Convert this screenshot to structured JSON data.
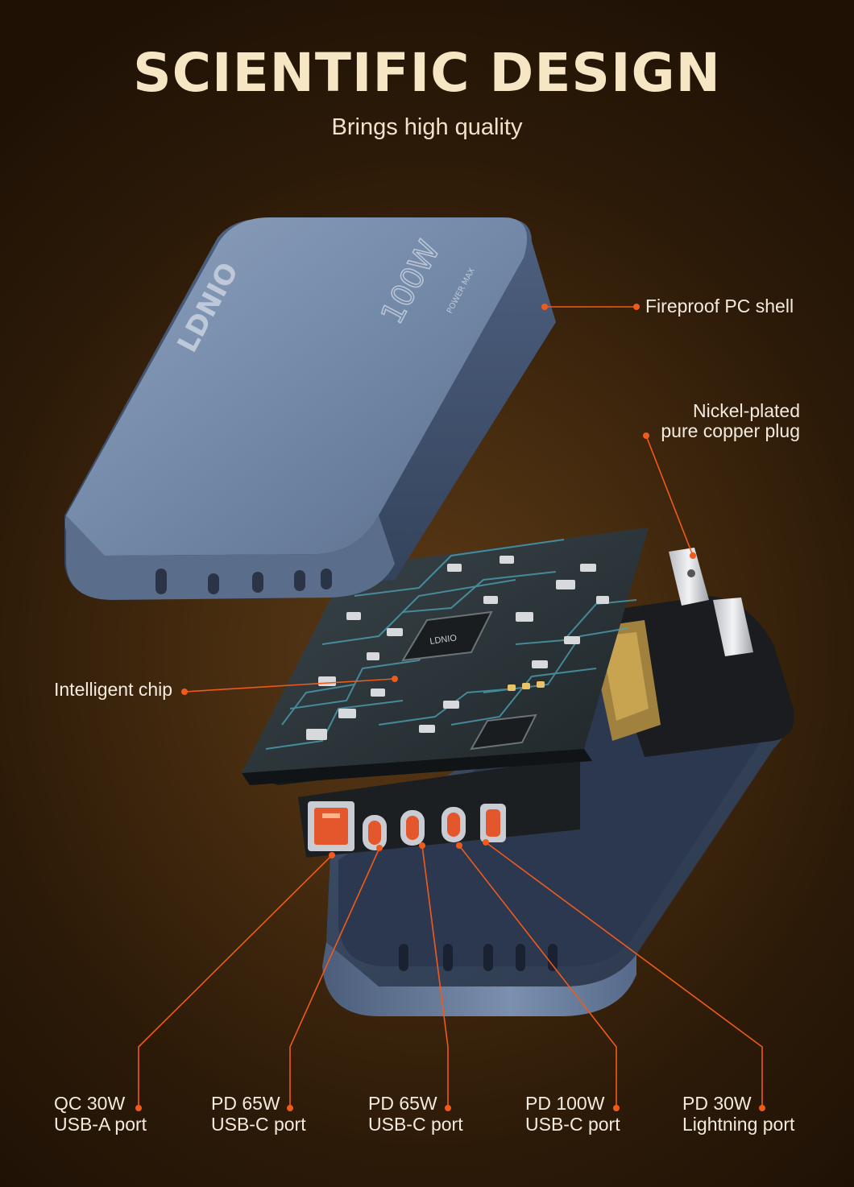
{
  "heading": {
    "title": "SCIENTIFIC DESIGN",
    "subtitle": "Brings high quality"
  },
  "product": {
    "brand_logo": "LDNIO",
    "power_badge": "100W",
    "power_caption": "POWER MAX",
    "chip_logo": "LDNIO"
  },
  "callouts": {
    "shell": "Fireproof PC shell",
    "plug_line1": "Nickel-plated",
    "plug_line2": "pure copper plug",
    "chip": "Intelligent chip"
  },
  "ports": [
    {
      "power": "QC 30W",
      "type": "USB-A port"
    },
    {
      "power": "PD 65W",
      "type": "USB-C port"
    },
    {
      "power": "PD 65W",
      "type": "USB-C port"
    },
    {
      "power": "PD 100W",
      "type": "USB-C port"
    },
    {
      "power": "PD 30W",
      "type": "Lightning port"
    }
  ],
  "colors": {
    "accent": "#f05a1a",
    "title": "#f7e6c4",
    "shell": "#6f86a6",
    "pcb": "#2a3438",
    "trace": "#4fa6b8"
  }
}
